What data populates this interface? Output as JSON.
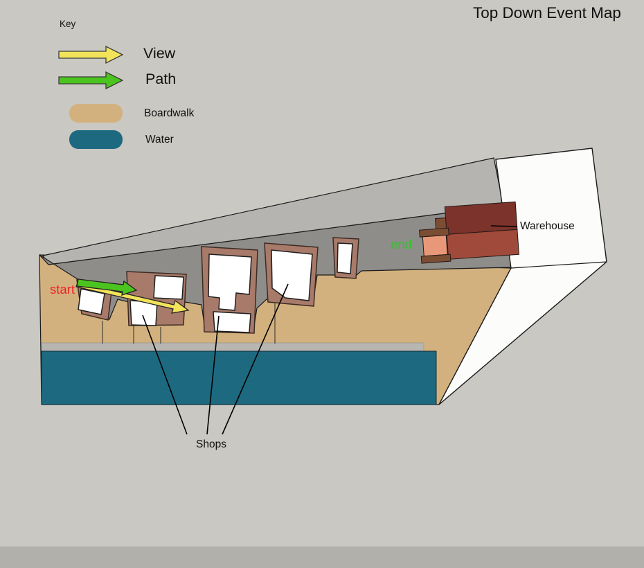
{
  "title": "Top Down Event Map",
  "key": {
    "heading": "Key",
    "view_label": "View",
    "path_label": "Path",
    "boardwalk_label": "Boardwalk",
    "water_label": "Water"
  },
  "map": {
    "start_label": "start",
    "end_label": "end",
    "warehouse_label": "Warehouse",
    "shops_label": "Shops"
  },
  "colors": {
    "background": "#c9c8c2",
    "footer_strip": "#b1b0ab",
    "view_arrow": "#f2e35a",
    "path_arrow": "#4cc41f",
    "boardwalk": "#d3b17e",
    "water": "#1d6a80",
    "roof_band": "#b5b4b0",
    "street": "#8e8d8a",
    "plot": "#a87a6a",
    "building": "#ffffff",
    "pier_white": "#fcfcfa",
    "curb": "#b7b6b1",
    "warehouse_dark": "#7c332b",
    "warehouse_mid": "#a04a3b",
    "warehouse_trim": "#7b4e33",
    "warehouse_dock": "#e89878",
    "start_text": "#ee2026",
    "end_text": "#31c32c"
  }
}
